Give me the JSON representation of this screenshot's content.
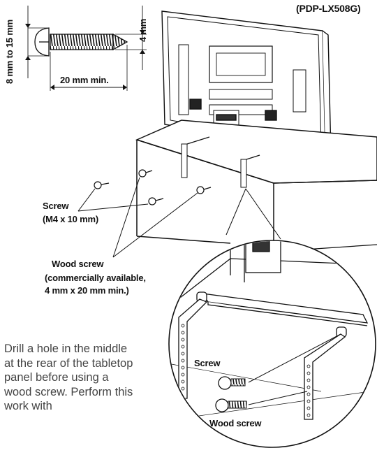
{
  "header": {
    "model": "(PDP-LX508G)"
  },
  "screw_spec": {
    "length_label": "8 mm to 15 mm",
    "diameter_label": "4 mm",
    "min_length_label": "20 mm min."
  },
  "callouts": {
    "screw_line1": "Screw",
    "screw_line2": "(M4 x 10 mm)",
    "wood_line1": "Wood screw",
    "wood_line2": "(commercially available,",
    "wood_line3": "4 mm x 20 mm min.)"
  },
  "detail": {
    "screw_label": "Screw",
    "wood_screw_label": "Wood screw"
  },
  "instructions": {
    "text": "Drill a hole in the middle at the rear of the tabletop panel before using a wood screw. Perform this work with"
  }
}
